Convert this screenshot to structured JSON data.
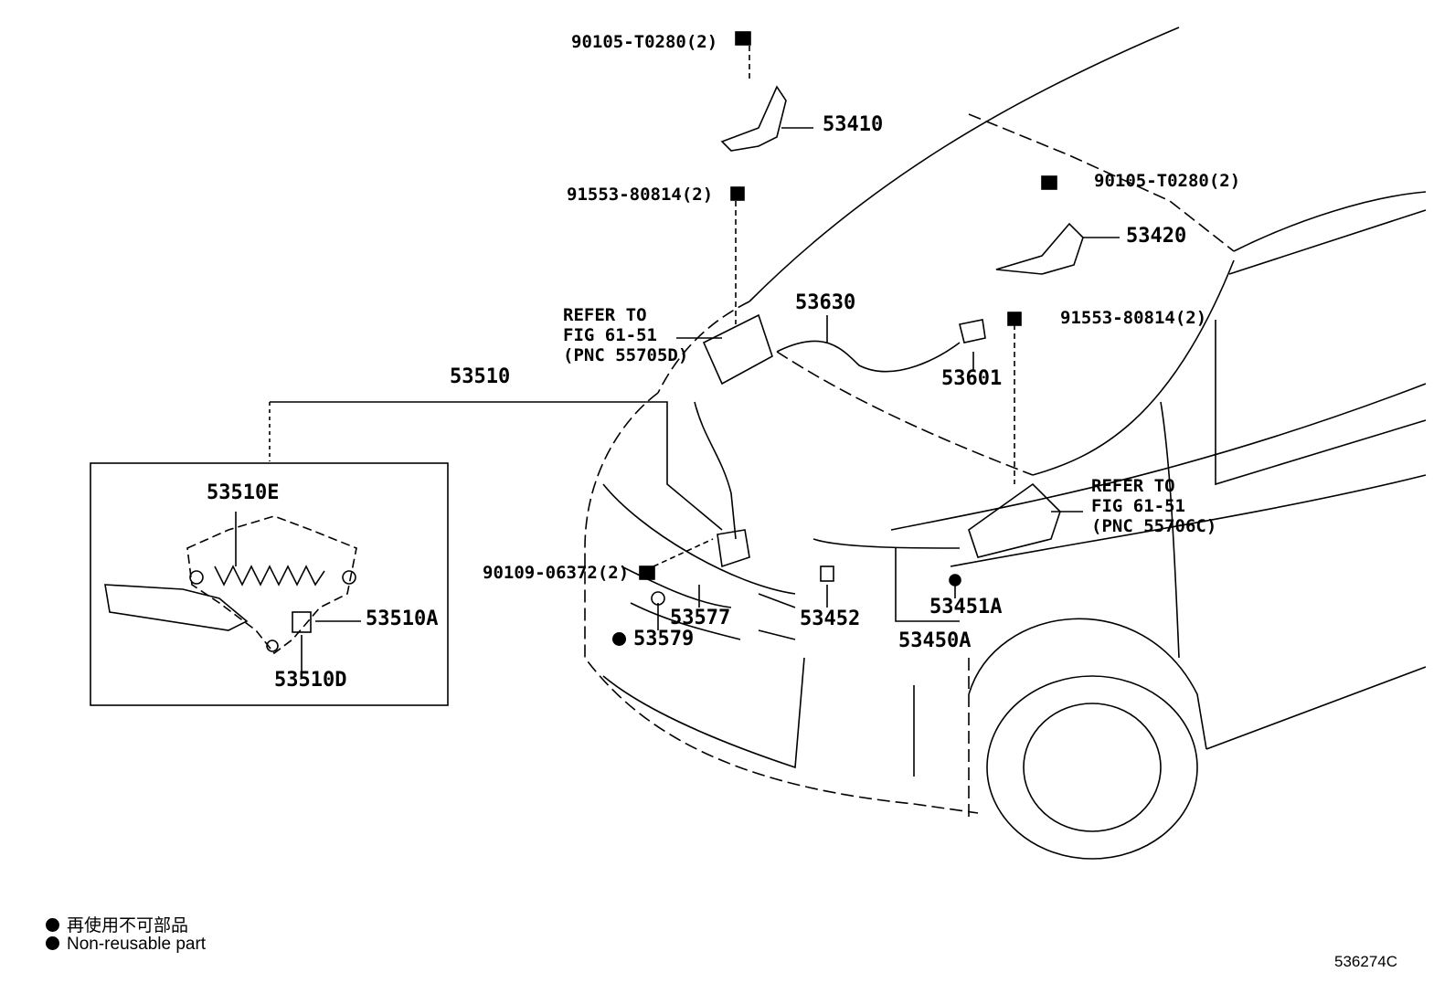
{
  "labels": {
    "p90105_top": "90105-T0280(2)",
    "p53410": "53410",
    "p91553_left": "91553-80814(2)",
    "p90105_right": "90105-T0280(2)",
    "p53420": "53420",
    "p91553_right": "91553-80814(2)",
    "p53630": "53630",
    "p53601": "53601",
    "refer_left_1": "REFER TO",
    "refer_left_2": "FIG 61-51",
    "refer_left_3": "(PNC 55705D)",
    "refer_right_1": "REFER TO",
    "refer_right_2": "FIG 61-51",
    "refer_right_3": "(PNC 55706C)",
    "p53510": "53510",
    "p53510E": "53510E",
    "p53510A": "53510A",
    "p53510D": "53510D",
    "p90109": "90109-06372(2)",
    "p53577": "53577",
    "p53579": "53579",
    "p53452": "53452",
    "p53451A": "53451A",
    "p53450A": "53450A"
  },
  "legend": {
    "japanese": "再使用不可部品",
    "english": "Non-reusable part"
  },
  "figure_code": "536274C",
  "colors": {
    "ink": "#000000",
    "paper": "#ffffff"
  }
}
